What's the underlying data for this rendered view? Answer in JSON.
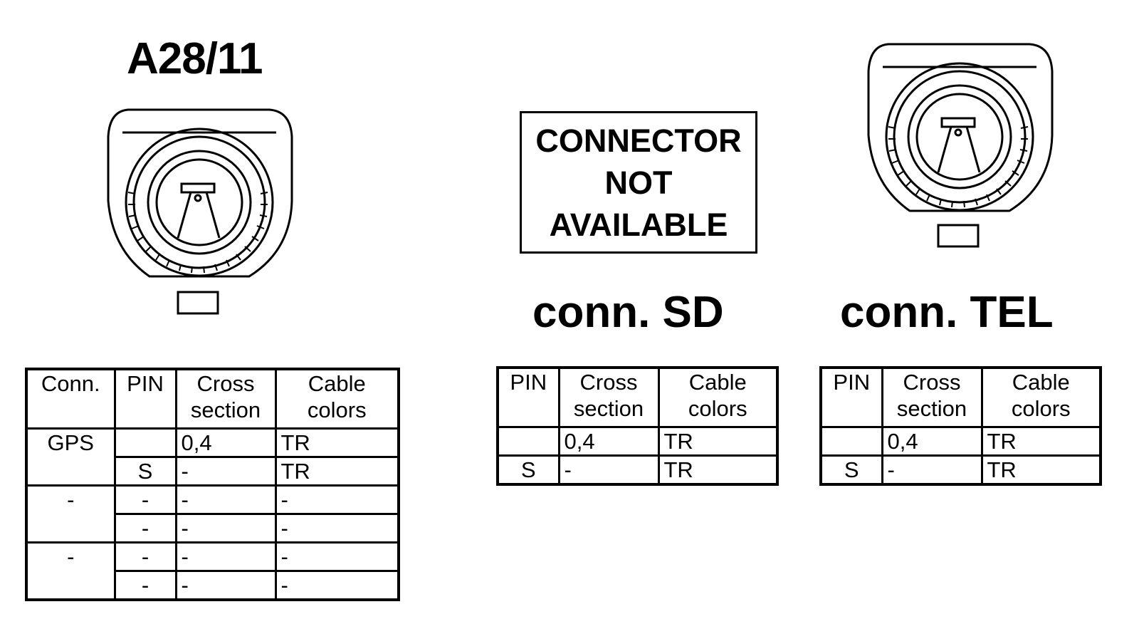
{
  "connectors": {
    "a2811": {
      "title": "A28/11"
    },
    "sd": {
      "title": "conn. SD",
      "not_available": [
        "CONNECTOR",
        "NOT",
        "AVAILABLE"
      ]
    },
    "tel": {
      "title": "conn. TEL"
    }
  },
  "tables": {
    "a2811": {
      "headers": [
        "Conn.",
        "PIN",
        "Cross section",
        "Cable colors"
      ],
      "groups": [
        {
          "conn": "GPS",
          "rows": [
            [
              "",
              "0,4",
              "TR"
            ],
            [
              "S",
              "-",
              "TR"
            ]
          ]
        },
        {
          "conn": "-",
          "rows": [
            [
              "-",
              "-",
              "-"
            ],
            [
              "-",
              "-",
              "-"
            ]
          ]
        },
        {
          "conn": "-",
          "rows": [
            [
              "-",
              "-",
              "-"
            ],
            [
              "-",
              "-",
              "-"
            ]
          ]
        }
      ]
    },
    "sd": {
      "headers": [
        "PIN",
        "Cross section",
        "Cable colors"
      ],
      "rows": [
        [
          "",
          "0,4",
          "TR"
        ],
        [
          "S",
          "-",
          "TR"
        ]
      ]
    },
    "tel": {
      "headers": [
        "PIN",
        "Cross section",
        "Cable colors"
      ],
      "rows": [
        [
          "",
          "0,4",
          "TR"
        ],
        [
          "S",
          "-",
          "TR"
        ]
      ]
    }
  }
}
